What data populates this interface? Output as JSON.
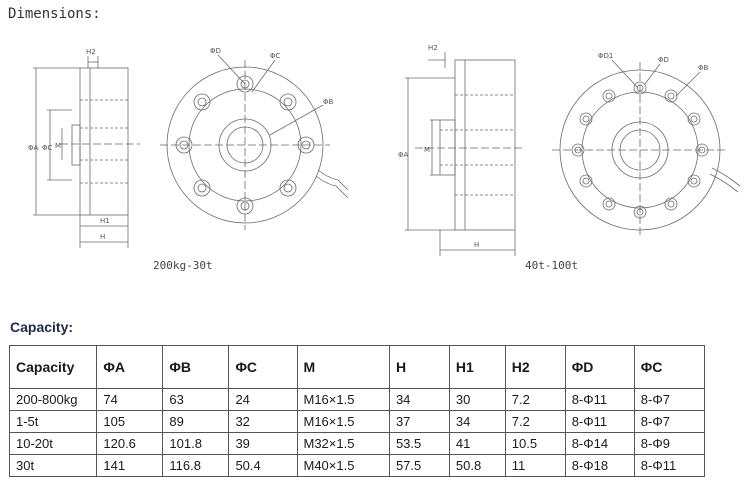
{
  "dimensions_title": "Dimensions:",
  "drawing_labels": {
    "left_h2": "H2",
    "left_h1": "H1",
    "left_h": "H",
    "left_phia": "ΦA",
    "left_phic": "ΦC",
    "left_m": "M",
    "left_phid": "ΦD",
    "left_phib": "ΦB",
    "right_h2": "H2",
    "right_h": "H",
    "right_phia": "ΦA",
    "right_m": "M",
    "right_phid1": "ΦD1",
    "right_phid": "ΦD",
    "right_phib": "ΦB"
  },
  "captions": {
    "left": "200kg-30t",
    "right": "40t-100t"
  },
  "capacity_title": "Capacity:",
  "table": {
    "headers": [
      "Capacity",
      "ΦA",
      "ΦB",
      "ΦC",
      "M",
      "H",
      "H1",
      "H2",
      "ΦD",
      "ΦC"
    ],
    "rows": [
      [
        "200-800kg",
        "74",
        "63",
        "24",
        "M16×1.5",
        "34",
        "30",
        "7.2",
        "8-Φ11",
        "8-Φ7"
      ],
      [
        "1-5t",
        "105",
        "89",
        "32",
        "M16×1.5",
        "37",
        "34",
        "7.2",
        "8-Φ11",
        "8-Φ7"
      ],
      [
        "10-20t",
        "120.6",
        "101.8",
        "39",
        "M32×1.5",
        "53.5",
        "41",
        "10.5",
        "8-Φ14",
        "8-Φ9"
      ],
      [
        "30t",
        "141",
        "116.8",
        "50.4",
        "M40×1.5",
        "57.5",
        "50.8",
        "11",
        "8-Φ18",
        "8-Φ11"
      ]
    ]
  }
}
